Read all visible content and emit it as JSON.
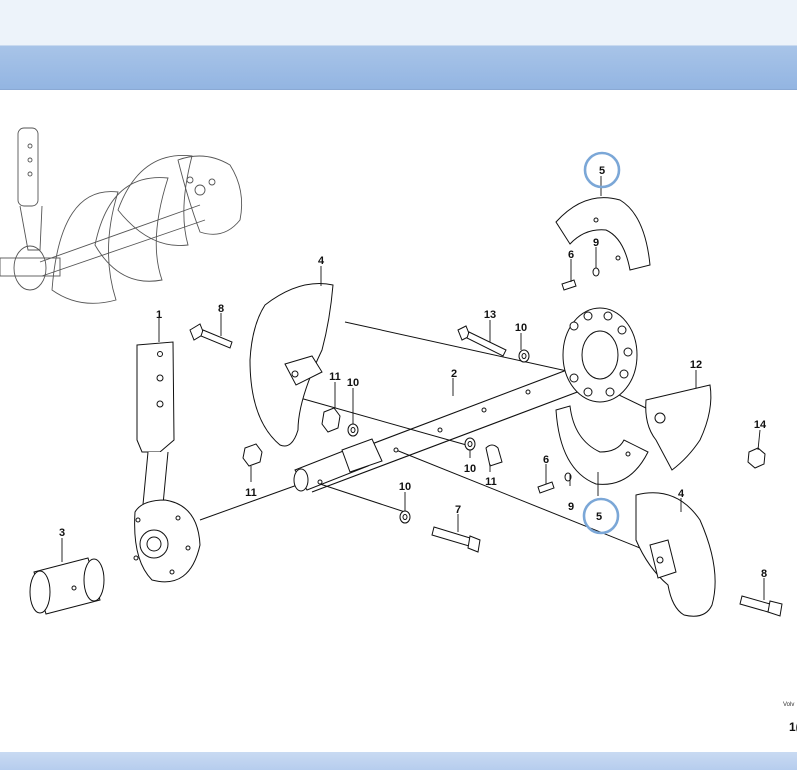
{
  "diagram": {
    "callouts": [
      "1",
      "2",
      "3",
      "4",
      "4",
      "5",
      "5",
      "6",
      "6",
      "7",
      "8",
      "8",
      "9",
      "9",
      "10",
      "10",
      "10",
      "10",
      "11",
      "11",
      "11",
      "12",
      "13",
      "14"
    ],
    "highlighted_callout": "5",
    "highlight_color": "#7ba7d7"
  },
  "footer": {
    "brand": "Volv",
    "page_ref": "1("
  }
}
